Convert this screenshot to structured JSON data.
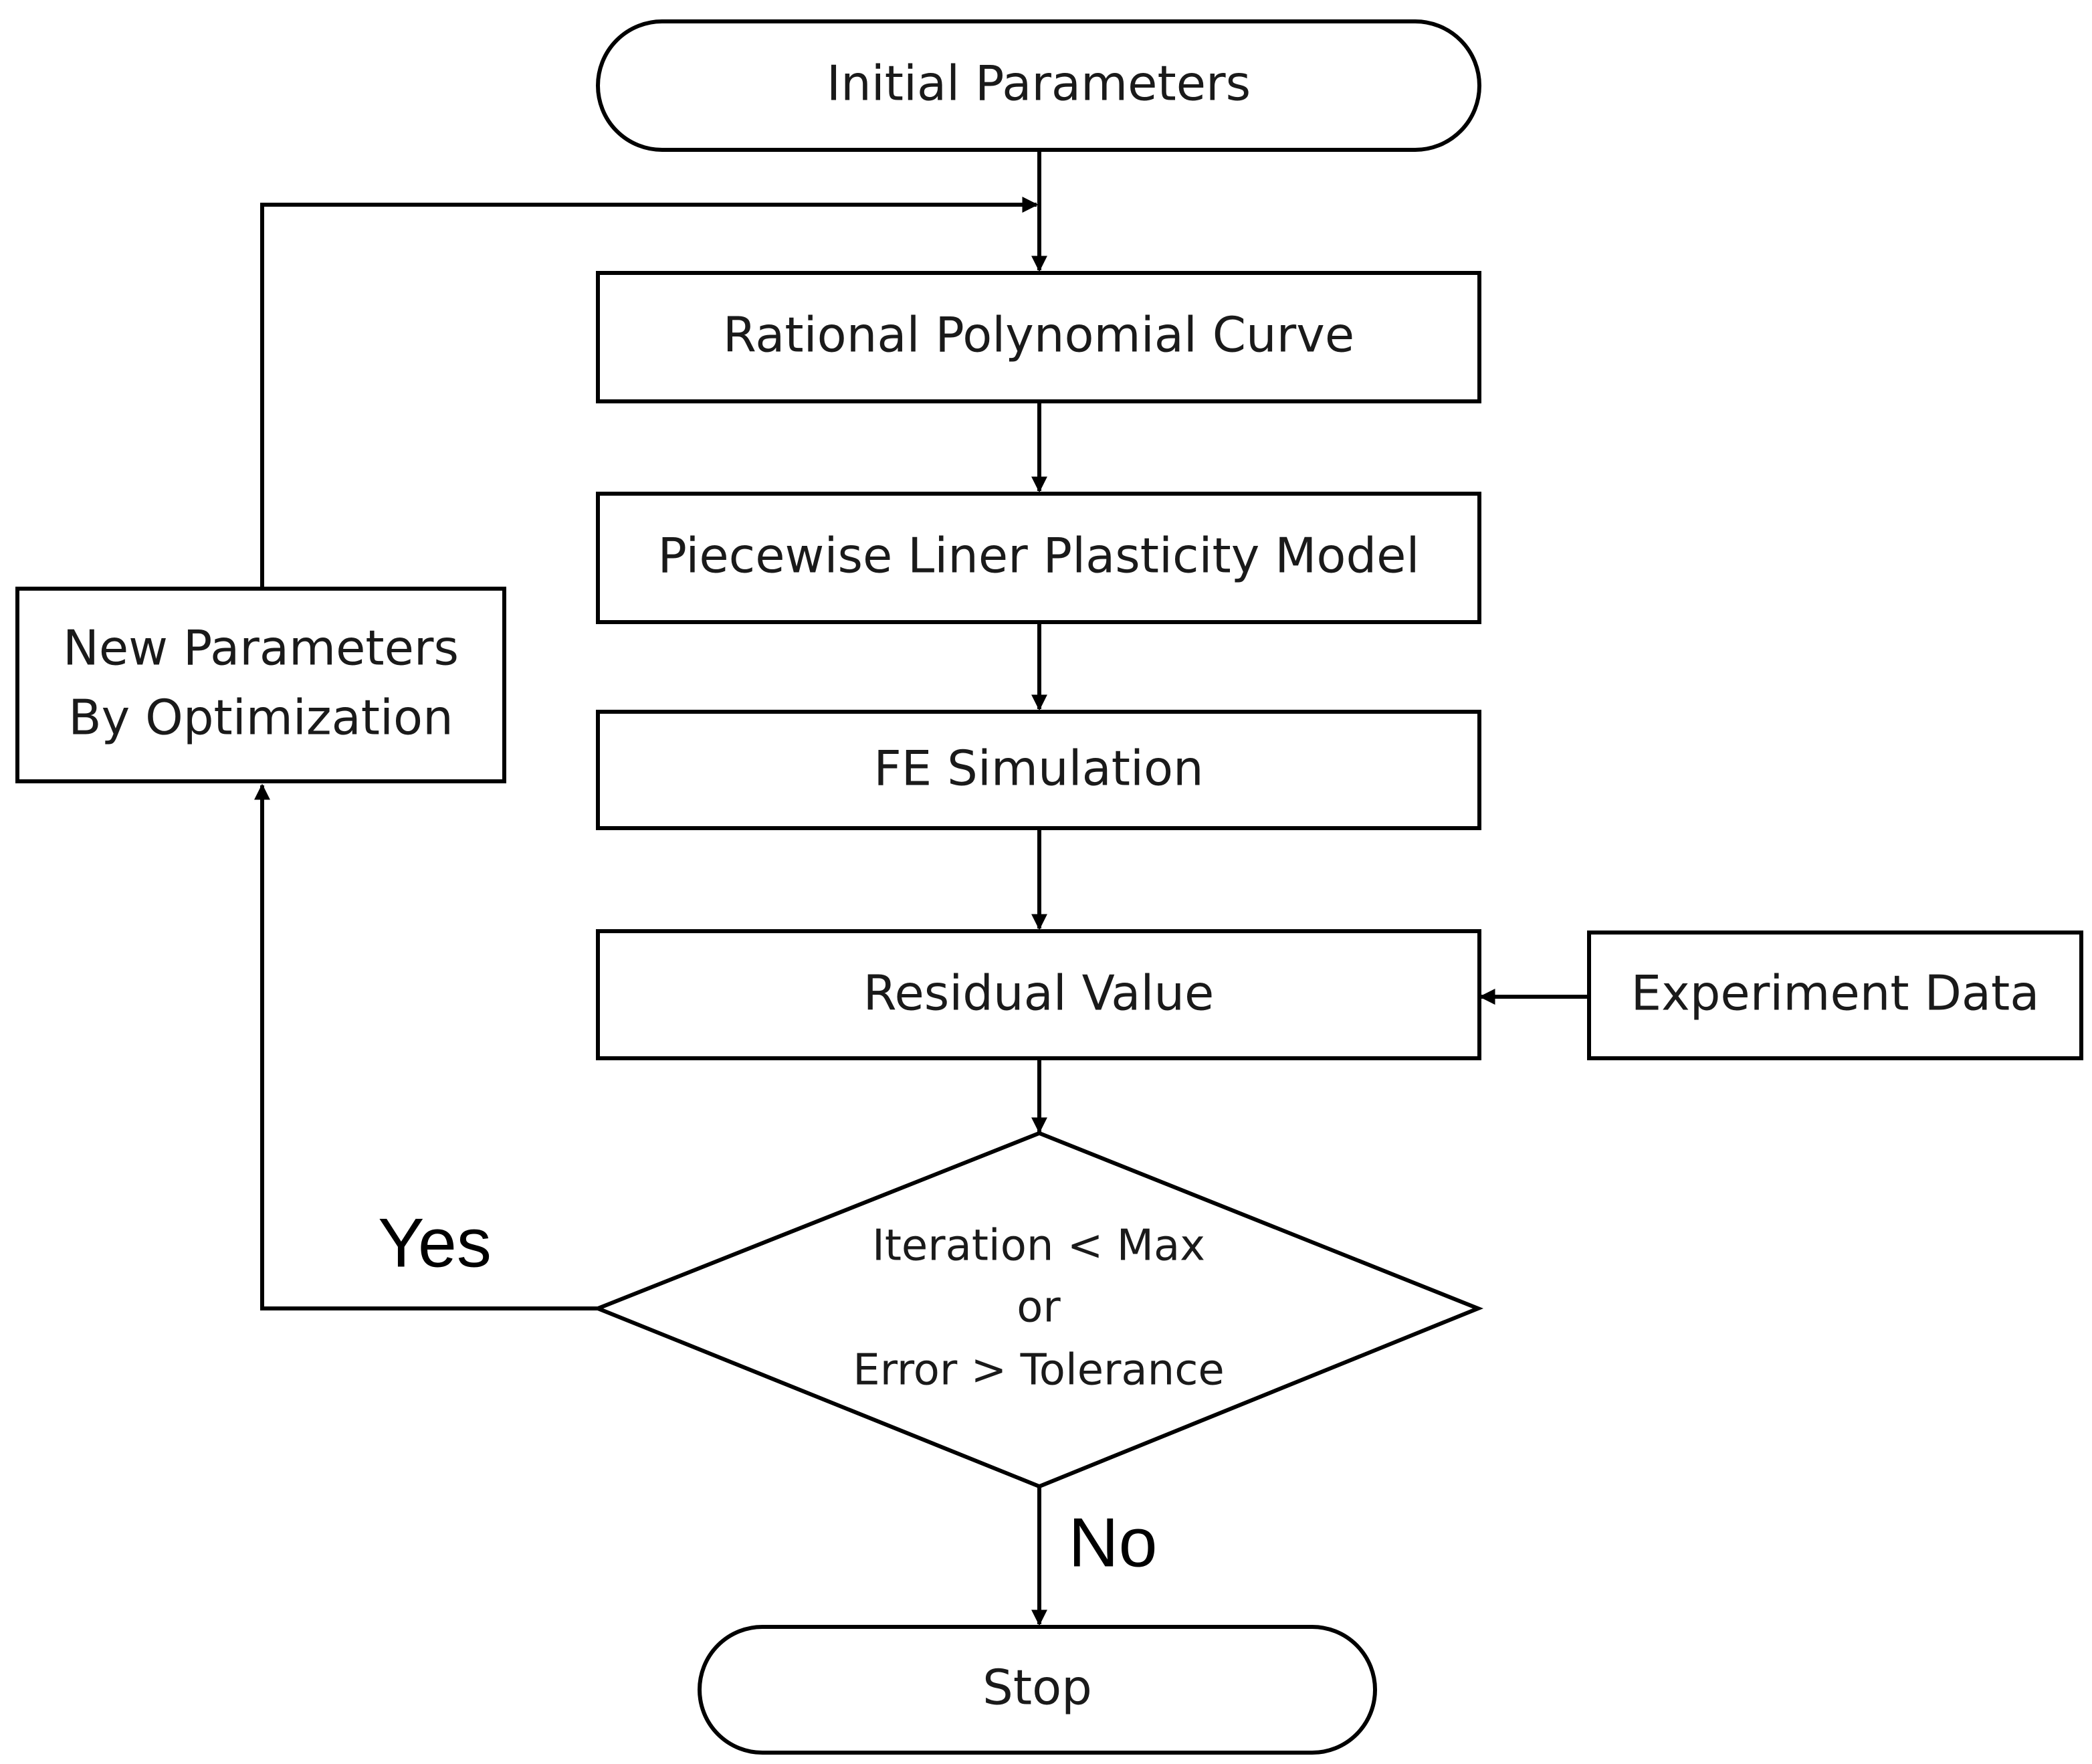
{
  "nodes": {
    "initial_parameters": "Initial Parameters",
    "rational_polynomial_curve": "Rational Polynomial Curve",
    "piecewise_liner_plasticity_model": "Piecewise Liner Plasticity Model",
    "fe_simulation": "FE Simulation",
    "residual_value": "Residual Value",
    "experiment_data": "Experiment Data",
    "new_parameters": {
      "line1": "New Parameters",
      "line2": "By Optimization"
    },
    "decision": {
      "line1": "Iteration < Max",
      "line2": "or",
      "line3": "Error > Tolerance"
    },
    "stop": "Stop"
  },
  "branches": {
    "yes": "Yes",
    "no": "No"
  },
  "colors": {
    "stroke": "#000000",
    "fill": "#ffffff",
    "text": "#1a1a1a"
  }
}
